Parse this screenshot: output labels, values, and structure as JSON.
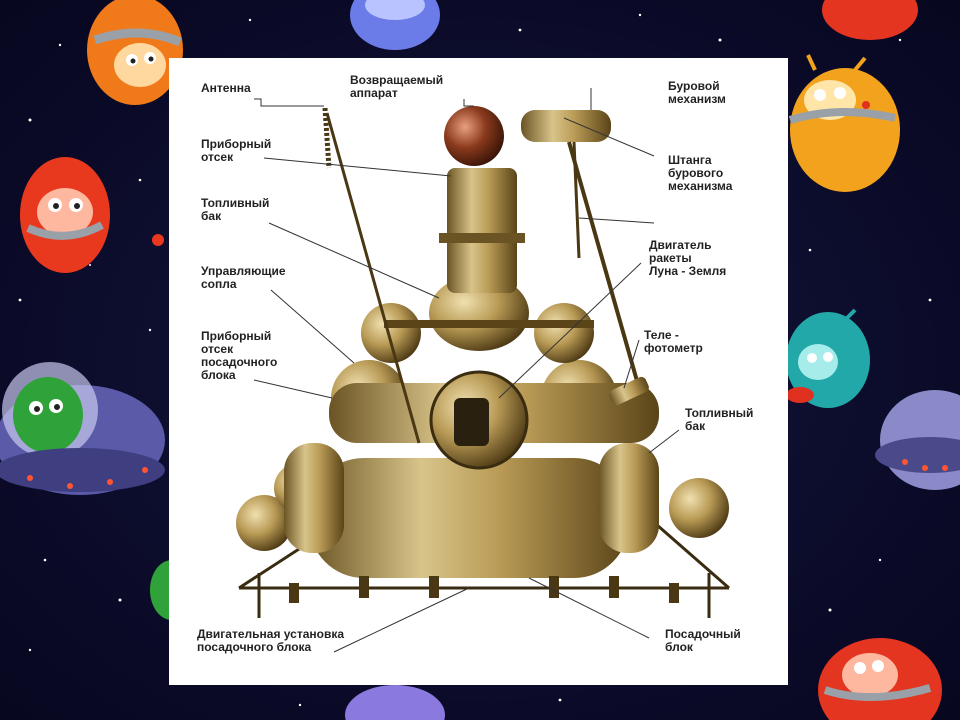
{
  "labels": {
    "antenna": "Антенна",
    "return_vehicle": "Возвращаемый\nаппарат",
    "drill": "Буровой\nмеханизм",
    "instrument_bay": "Приборный\nотсек",
    "drill_rod": "Штанга\nбурового\nмеханизма",
    "fuel_tank_upper": "Топливный\nбак",
    "rocket_engine": "Двигатель\nракеты\nЛуна - Земля",
    "control_nozzles": "Управляющие\nсопла",
    "telephotometer": "Теле -\nфотометр",
    "landing_instrument_bay": "Приборный\nотсек\nпосадочного\nблока",
    "fuel_tank_lower": "Топливный\nбак",
    "landing_engine": "Двигательная установка\nпосадочного блока",
    "landing_block": "Посадочный\nблок"
  },
  "colors": {
    "background": "#0b0b2e",
    "panel": "#ffffff",
    "gold": "#b89a55",
    "gold_dark": "#6b5424",
    "bronze_sphere": "#8a3a1c",
    "leader_line": "#333333"
  },
  "icons": [
    "alien-orange-icon",
    "alien-red-icon",
    "alien-yellow-icon",
    "alien-teal-icon",
    "alien-green-ufo-icon",
    "alien-red-bottom-icon"
  ]
}
